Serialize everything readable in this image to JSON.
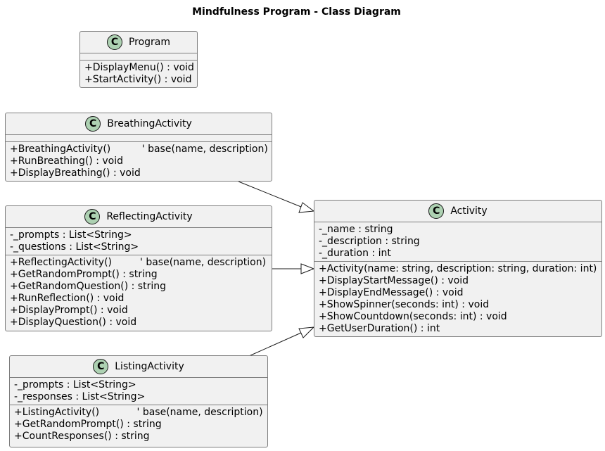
{
  "title": "Mindfulness Program - Class Diagram",
  "stereotype_glyph": "C",
  "classes": {
    "program": {
      "name": "Program",
      "fields": [],
      "methods": [
        "+DisplayMenu() : void",
        "+StartActivity() : void"
      ]
    },
    "breathing": {
      "name": "BreathingActivity",
      "fields": [],
      "methods": [
        "+BreathingActivity()          ' base(name, description)",
        "+RunBreathing() : void",
        "+DisplayBreathing() : void"
      ]
    },
    "reflecting": {
      "name": "ReflectingActivity",
      "fields": [
        "-_prompts : List<String>",
        "-_questions : List<String>"
      ],
      "methods": [
        "+ReflectingActivity()         ' base(name, description)",
        "+GetRandomPrompt() : string",
        "+GetRandomQuestion() : string",
        "+RunReflection() : void",
        "+DisplayPrompt() : void",
        "+DisplayQuestion() : void"
      ]
    },
    "listing": {
      "name": "ListingActivity",
      "fields": [
        "-_prompts : List<String>",
        "-_responses : List<String>"
      ],
      "methods": [
        "+ListingActivity()            ' base(name, description)",
        "+GetRandomPrompt() : string",
        "+CountResponses() : string"
      ]
    },
    "activity": {
      "name": "Activity",
      "fields": [
        "-_name : string",
        "-_description : string",
        "-_duration : int"
      ],
      "methods": [
        "+Activity(name: string, description: string, duration: int)",
        "+DisplayStartMessage() : void",
        "+DisplayEndMessage() : void",
        "+ShowSpinner(seconds: int) : void",
        "+ShowCountdown(seconds: int) : void",
        "+GetUserDuration() : int"
      ]
    }
  },
  "relations": [
    {
      "from": "BreathingActivity",
      "to": "Activity",
      "type": "inheritance"
    },
    {
      "from": "ReflectingActivity",
      "to": "Activity",
      "type": "inheritance"
    },
    {
      "from": "ListingActivity",
      "to": "Activity",
      "type": "inheritance"
    }
  ]
}
